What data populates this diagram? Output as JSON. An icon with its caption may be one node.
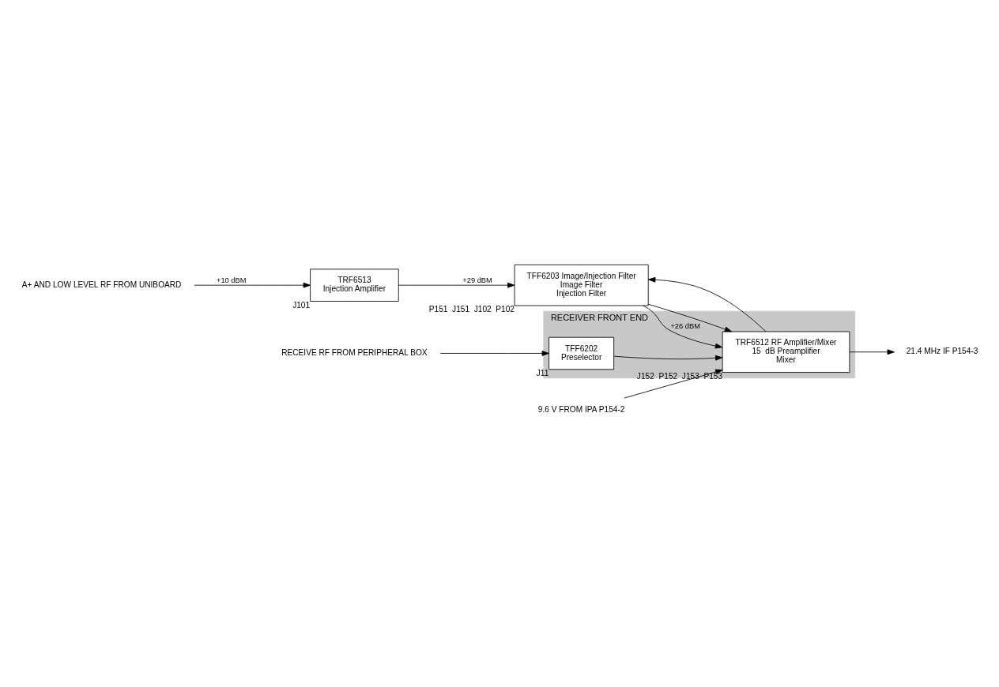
{
  "diagram": {
    "nodes": [
      {
        "text": [
          "RECEIVER FRONT END"
        ]
      },
      {
        "text": [
          "TFF6202",
          "Preselector"
        ],
        "in": 0,
        "beside": [
          "J11"
        ]
      },
      {
        "text": [
          "TRF6512 RF Amplifier/Mixer",
          "15  dB Preamplifier",
          "Mixer"
        ],
        "in": 0,
        "beside": [
          "J152",
          "P152",
          "J153",
          "P153"
        ]
      },
      {
        "text": [
          "TFF6203 Image/Injection Filter",
          "Image Filter",
          "Injection Filter"
        ],
        "beside": [
          "P151",
          "J151",
          "J102",
          "P102"
        ]
      },
      {
        "text": [
          "TRF6513",
          "Injection Amplifier"
        ],
        "beside": [
          "J101"
        ]
      },
      {
        "text": [
          "RECEIVE RF FROM PERIPHERAL BOX"
        ]
      },
      {
        "text": [
          "21.4 MHz IF P154-3"
        ]
      },
      {
        "text": [
          "9.6 V FROM IPA P154-2"
        ]
      },
      {
        "text": [
          "A+ AND LOW LEVEL RF FROM UNIBOARD"
        ]
      }
    ],
    "edges": [
      {
        "from": 5,
        "to": 1,
        "arrow": "to"
      },
      {
        "from": 1,
        "to": 2,
        "arrow": "to"
      },
      {
        "from": 2,
        "to": 6,
        "arrow": "to"
      },
      {
        "from": 7,
        "to": 2,
        "arrow": "to"
      },
      {
        "from": 2,
        "to": 3,
        "arrow": "to"
      },
      {
        "from": 3,
        "to": 2,
        "arrow": "to"
      },
      {
        "from": 3,
        "to": 2,
        "arrow": "to",
        "label": "+26 dBM"
      },
      {
        "from": 8,
        "to": 4,
        "arrow": "to",
        "label": "+10 dBM"
      },
      {
        "from": 4,
        "to": 3,
        "arrow": "to",
        "label": "+29 dBM"
      }
    ]
  }
}
